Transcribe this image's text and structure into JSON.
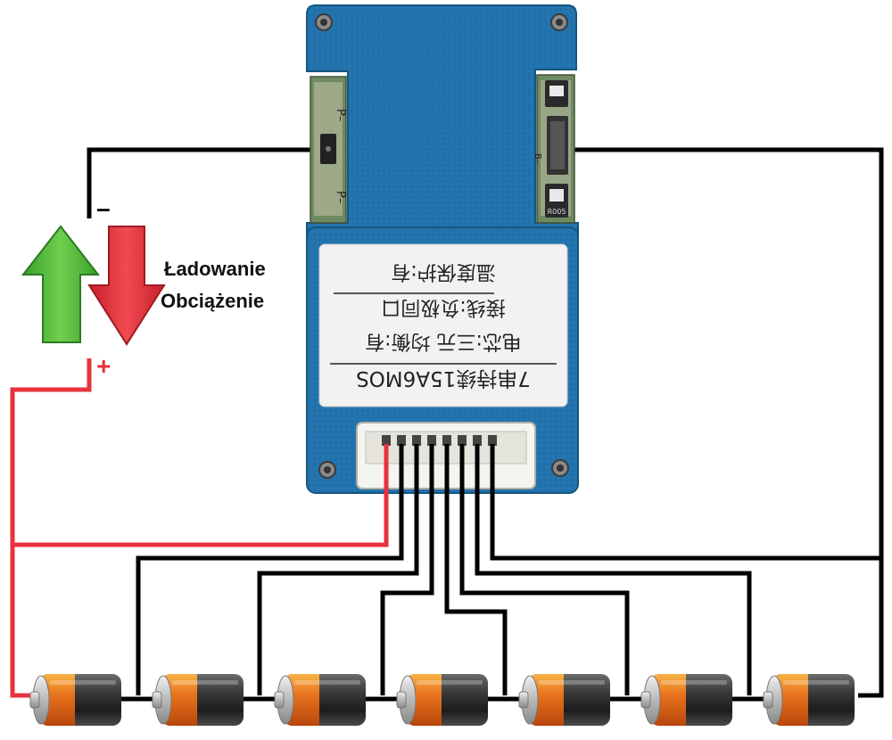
{
  "labels": {
    "minus_sign": "–",
    "plus_sign": "+",
    "charging": "Ładowanie",
    "load": "Obciążenie"
  },
  "board": {
    "pad_left_top": "P–",
    "pad_left_bottom": "P–",
    "pad_right_b": "B–",
    "mosfet_code": "R005",
    "sticker_lines": [
      "7串持续15A6MOS",
      "电芯:三元  均衡:有",
      "接线:负极同口",
      "温度保护:有"
    ]
  },
  "colors": {
    "board_blue": "#1f6fa8",
    "wire_black": "#000000",
    "wire_red": "#e8323c",
    "arrow_green": "#4fb83a",
    "arrow_red": "#e8323c"
  },
  "battery_count": 7
}
